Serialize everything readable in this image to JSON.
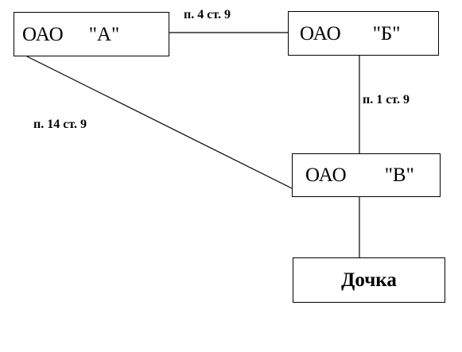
{
  "nodes": {
    "a": {
      "name": "ОАО",
      "letter": "\"А\""
    },
    "b": {
      "name": "ОАО",
      "letter": "\"Б\""
    },
    "c": {
      "name": "ОАО",
      "letter": "\"В\""
    },
    "d": {
      "label": "Дочка"
    }
  },
  "edges": {
    "a_b": "п. 4 ст. 9",
    "b_c": "п. 1 ст. 9",
    "a_c": "п. 14 ст. 9",
    "c_d": ""
  },
  "colors": {
    "line": "#000000",
    "background": "#ffffff"
  }
}
